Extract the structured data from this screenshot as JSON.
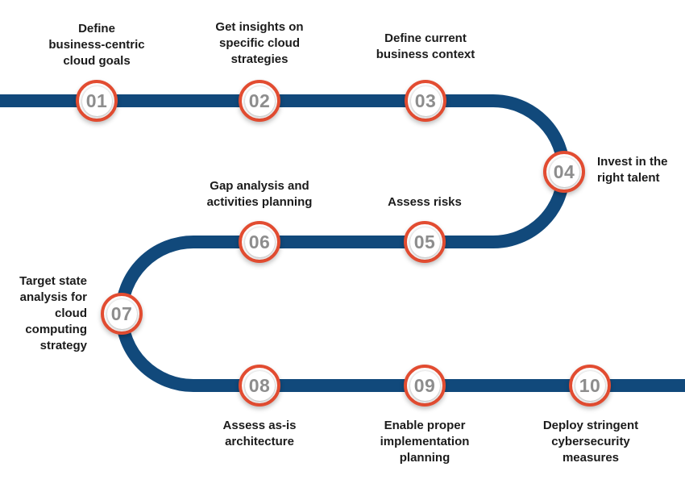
{
  "diagram": {
    "type": "roadmap-snake-path",
    "colors": {
      "path_blue": "#11497b",
      "ring_orange": "#e24c31",
      "number_gray": "#8d8d8d",
      "label_black": "#1b1b1b",
      "background": "#ffffff"
    },
    "steps": [
      {
        "num": "01",
        "label": "Define\nbusiness-centric\ncloud goals"
      },
      {
        "num": "02",
        "label": "Get insights on\nspecific cloud\nstrategies"
      },
      {
        "num": "03",
        "label": "Define current\nbusiness context"
      },
      {
        "num": "04",
        "label": "Invest in the\nright talent"
      },
      {
        "num": "05",
        "label": "Assess risks"
      },
      {
        "num": "06",
        "label": "Gap analysis and\nactivities planning"
      },
      {
        "num": "07",
        "label": "Target state\nanalysis for\ncloud\ncomputing\nstrategy"
      },
      {
        "num": "08",
        "label": "Assess as-is\narchitecture"
      },
      {
        "num": "09",
        "label": "Enable proper\nimplementation\nplanning"
      },
      {
        "num": "10",
        "label": "Deploy stringent\ncybersecurity\nmeasures"
      }
    ]
  }
}
